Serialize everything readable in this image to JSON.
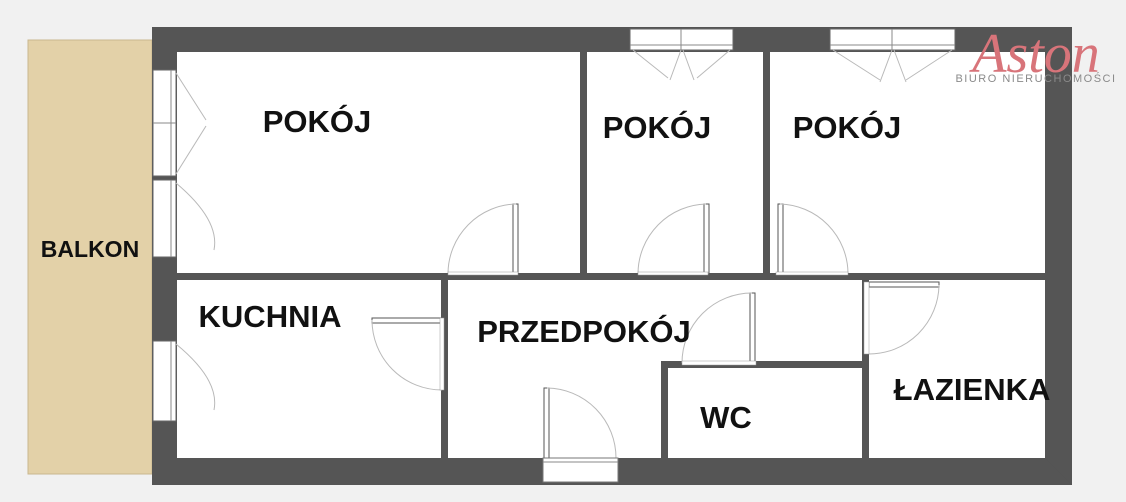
{
  "rooms": {
    "balkon": "BALKON",
    "pokoj_1": "POKÓJ",
    "pokoj_2": "POKÓJ",
    "pokoj_3": "POKÓJ",
    "kuchnia": "KUCHNIA",
    "przedpokoj": "PRZEDPOKÓJ",
    "wc": "WC",
    "lazienka": "ŁAZIENKA"
  },
  "logo": {
    "name": "Aston",
    "tagline": "BIURO NIERUCHOMOŚCI"
  },
  "colors": {
    "wall": "#555555",
    "floor": "#ffffff",
    "balcony": "#e3d1a8",
    "logo": "#d8747a",
    "background": "#f1f1f1"
  }
}
